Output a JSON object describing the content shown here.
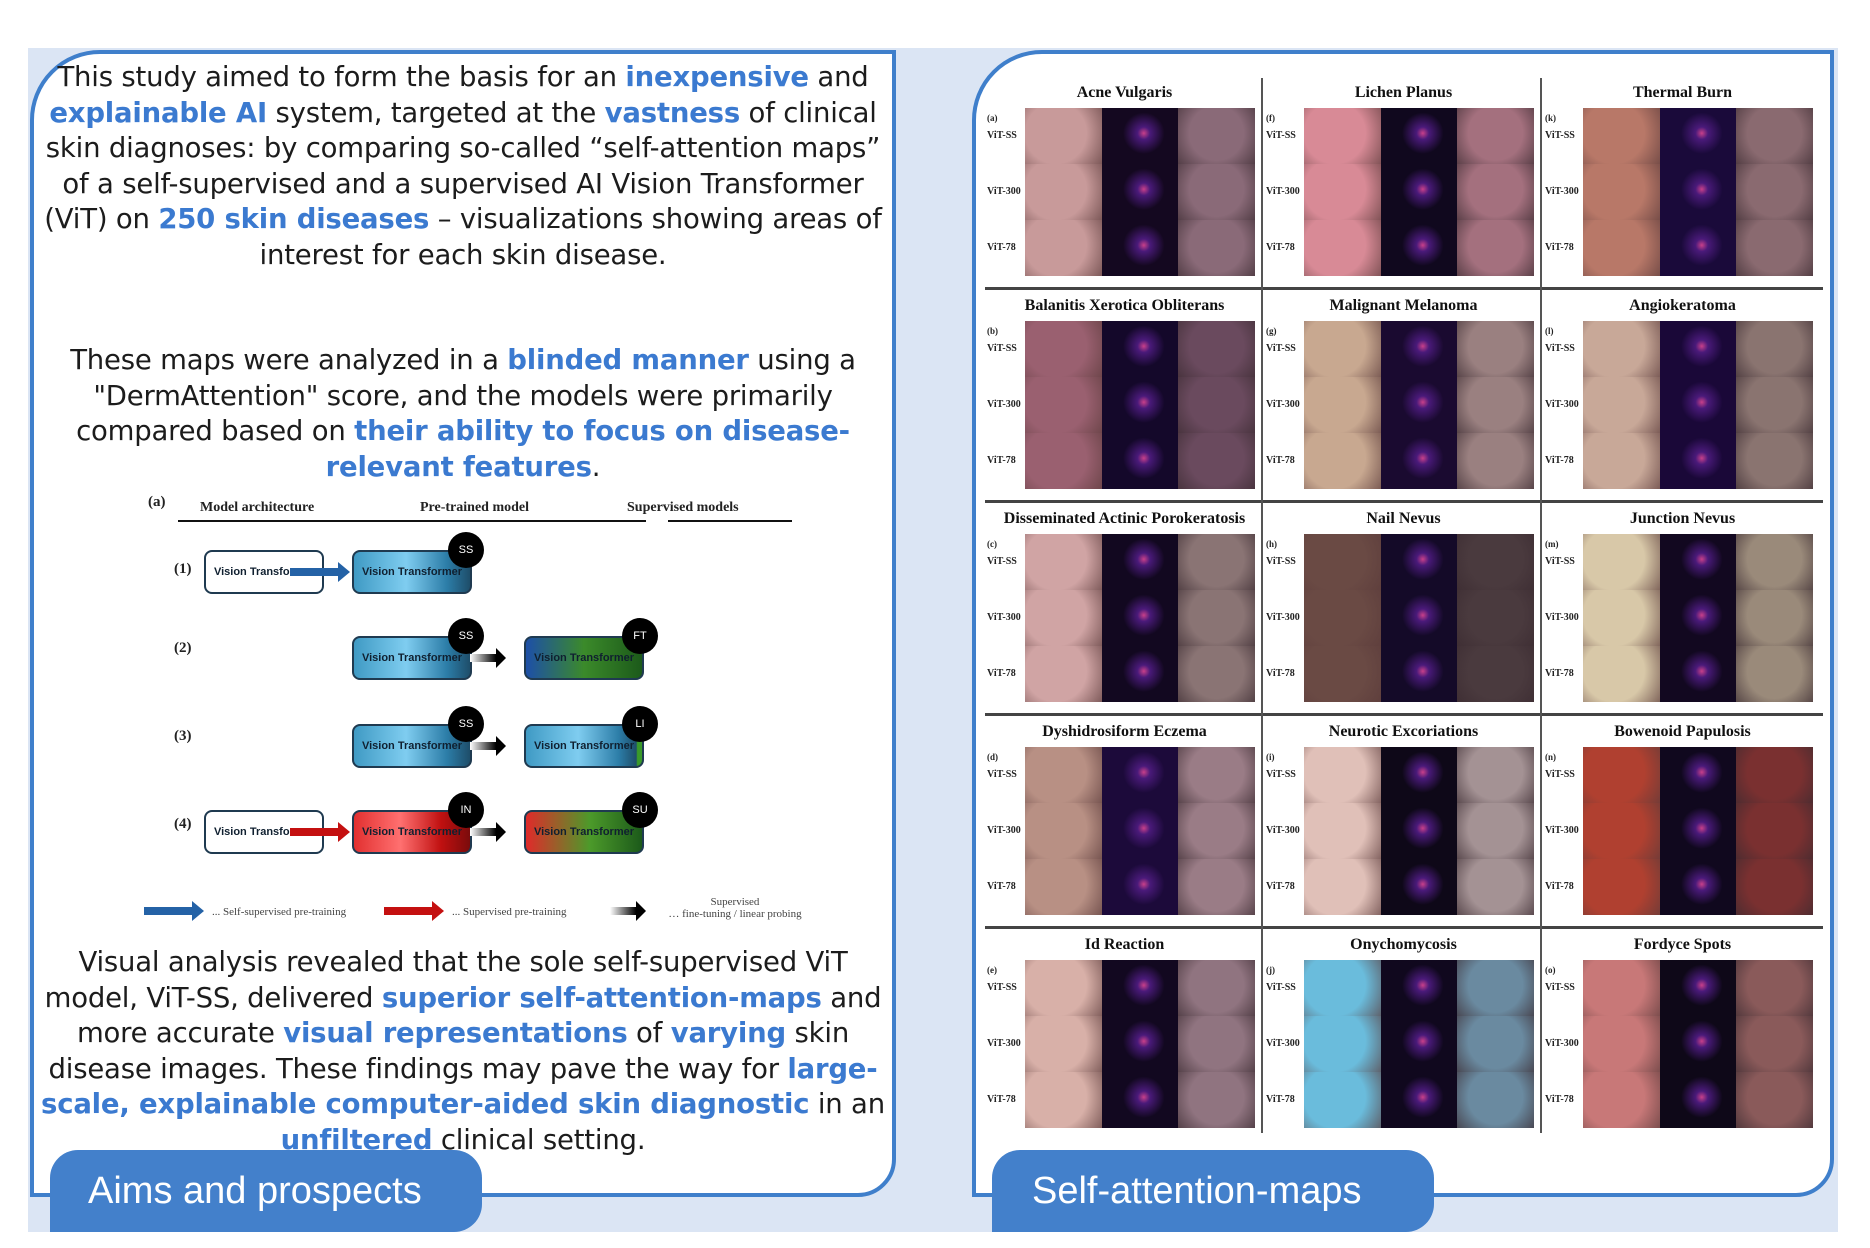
{
  "aims": {
    "tab_label": "Aims and prospects",
    "para1": {
      "t1": "This study aimed to form the basis for an ",
      "h1": "inexpensive",
      "t2": " and ",
      "h2": "explainable AI",
      "t3": " system, targeted at the ",
      "h3": "vastness",
      "t4": " of clinical skin diagnoses: by comparing so-called “self-attention maps” of a self-supervised and a supervised AI Vision Transformer (ViT) on ",
      "h4": "250 skin diseases",
      "t5": " – visualizations showing areas of interest for each skin disease."
    },
    "para2": {
      "t1": "These maps were analyzed in a ",
      "h1": "blinded manner",
      "t2": " using a \"DermAttention\" score, and the models were primarily compared based on ",
      "h2": "their ability to focus on disease-relevant features",
      "t3": "."
    },
    "para3": {
      "t1": "Visual analysis revealed that the sole self-supervised ViT model, ViT-SS, delivered ",
      "h1": "superior self-attention-maps",
      "t2": " and more accurate ",
      "h2": "visual representations",
      "t3": " of ",
      "h3": "varying",
      "t4": " skin disease images. These findings may pave the way for ",
      "h4": "large-scale, explainable computer-aided skin diagnostic",
      "t5": " in an ",
      "h5": "unfiltered",
      "t6": " clinical setting."
    }
  },
  "diagram": {
    "label": "(a)",
    "headers": [
      "Model architecture",
      "Pre-trained model",
      "Supervised models"
    ],
    "rows": [
      {
        "label": "(1)",
        "arch": "Vision Transformer",
        "pretrained": "Vision Transformer",
        "pretrained_badge": "SS",
        "supervised": null,
        "supervised_badge": null
      },
      {
        "label": "(2)",
        "arch": null,
        "pretrained": "Vision Transformer",
        "pretrained_badge": "SS",
        "supervised": "Vision Transformer",
        "supervised_badge": "FT"
      },
      {
        "label": "(3)",
        "arch": null,
        "pretrained": "Vision Transformer",
        "pretrained_badge": "SS",
        "supervised": "Vision Transformer",
        "supervised_badge": "LI"
      },
      {
        "label": "(4)",
        "arch": "Vision Transformer",
        "pretrained": "Vision Transformer",
        "pretrained_badge": "IN",
        "supervised": "Vision Transformer",
        "supervised_badge": "SU"
      }
    ],
    "legend": {
      "blue": "... Self-supervised pre-training",
      "red": "... Supervised pre-training",
      "black_line1": "Supervised",
      "black_line2": "… fine-tuning / linear probing"
    }
  },
  "maps": {
    "tab_label": "Self-attention-maps",
    "row_labels": [
      "ViT-SS",
      "ViT-300",
      "ViT-78"
    ],
    "cells": [
      {
        "title": "Acne Vulgaris",
        "letter": "(a)"
      },
      {
        "title": "Lichen Planus",
        "letter": "(f)"
      },
      {
        "title": "Thermal Burn",
        "letter": "(k)"
      },
      {
        "title": "Balanitis Xerotica Obliterans",
        "letter": "(b)"
      },
      {
        "title": "Malignant Melanoma",
        "letter": "(g)"
      },
      {
        "title": "Angiokeratoma",
        "letter": "(l)"
      },
      {
        "title": "Disseminated Actinic Porokeratosis",
        "letter": "(c)"
      },
      {
        "title": "Nail Nevus",
        "letter": "(h)"
      },
      {
        "title": "Junction Nevus",
        "letter": "(m)"
      },
      {
        "title": "Dyshidrosiform Eczema",
        "letter": "(d)"
      },
      {
        "title": "Neurotic Excoriations",
        "letter": "(i)"
      },
      {
        "title": "Bowenoid Papulosis",
        "letter": "(n)"
      },
      {
        "title": "Id Reaction",
        "letter": "(e)"
      },
      {
        "title": "Onychomycosis",
        "letter": "(j)"
      },
      {
        "title": "Fordyce Spots",
        "letter": "(o)"
      }
    ]
  },
  "colors": {
    "accent": "#3b7ad0",
    "tab_bg": "#4380cb",
    "page_bg": "#dbe5f4"
  }
}
